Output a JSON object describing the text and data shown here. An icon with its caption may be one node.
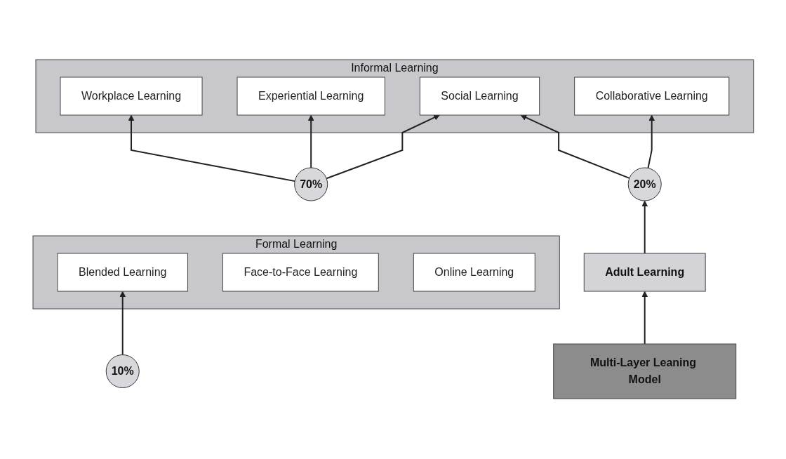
{
  "diagram": {
    "nodes": [
      {
        "text": [
          "Informal Learning"
        ]
      },
      {
        "text": [
          "Workplace Learning"
        ],
        "in": 0
      },
      {
        "text": [
          "Experiential Learning"
        ],
        "in": 0
      },
      {
        "text": [
          "Social Learning"
        ],
        "in": 0
      },
      {
        "text": [
          "Collaborative Learning"
        ],
        "in": 0
      },
      {
        "text": [
          "Formal Learning"
        ]
      },
      {
        "text": [
          "Blended Learning"
        ],
        "in": 5
      },
      {
        "text": [
          "Face-to-Face Learning"
        ],
        "in": 5
      },
      {
        "text": [
          "Online Learning"
        ],
        "in": 5
      },
      {
        "text": [
          "70%"
        ]
      },
      {
        "text": [
          "20%"
        ]
      },
      {
        "text": [
          "10%"
        ]
      },
      {
        "text": [
          "Adult Learning"
        ]
      },
      {
        "text": [
          "Multi-Layer Leaning Model"
        ]
      }
    ],
    "edges": [
      {
        "from": 9,
        "to": 1,
        "arrow": "to"
      },
      {
        "from": 9,
        "to": 2,
        "arrow": "to"
      },
      {
        "from": 9,
        "to": 3,
        "arrow": "to"
      },
      {
        "from": 10,
        "to": 3,
        "arrow": "to"
      },
      {
        "from": 10,
        "to": 4,
        "arrow": "to"
      },
      {
        "from": 11,
        "to": 6,
        "arrow": "to"
      },
      {
        "from": 12,
        "to": 10,
        "arrow": "to"
      },
      {
        "from": 13,
        "to": 12,
        "arrow": "to"
      }
    ]
  }
}
